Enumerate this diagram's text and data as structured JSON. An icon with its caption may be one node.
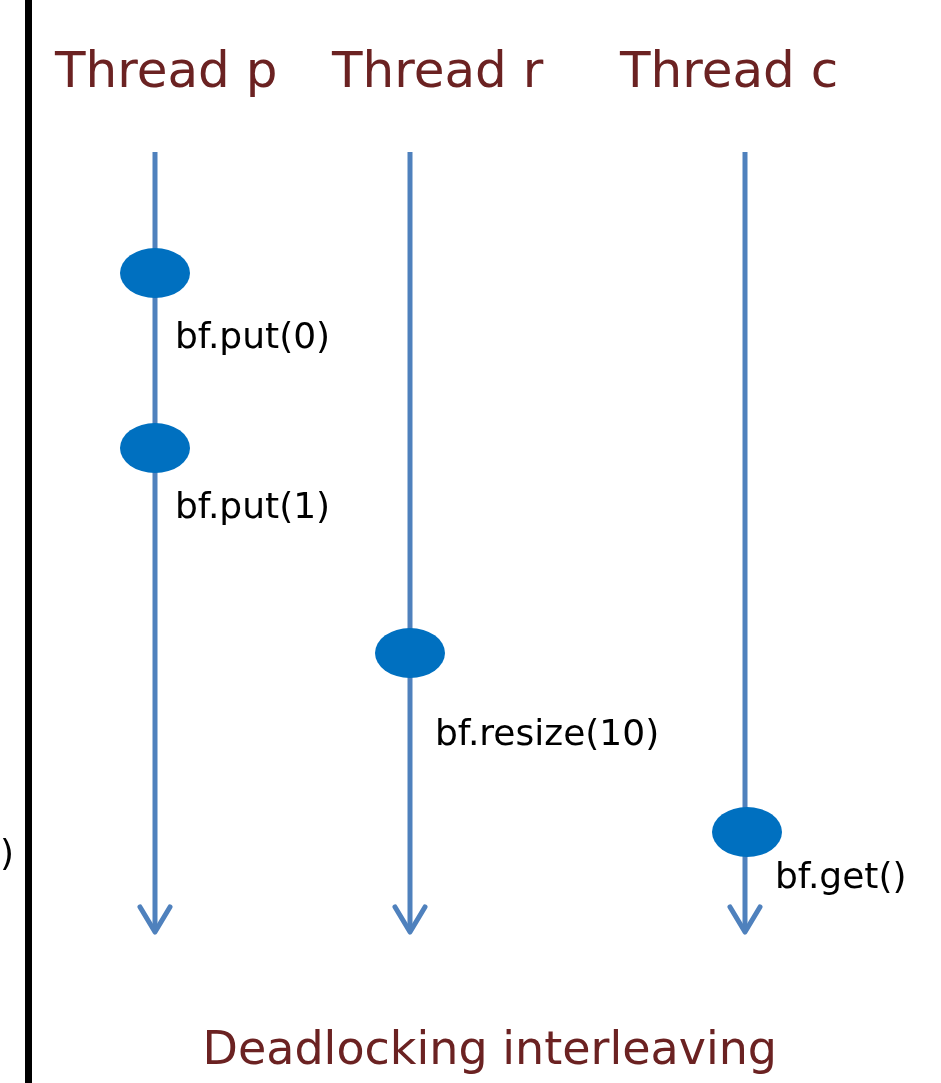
{
  "diagram": {
    "caption": "Deadlocking interleaving",
    "nodes": [
      {
        "text": [],
        "shape": "circle",
        "beside": [
          "bf.put(0)"
        ]
      },
      {
        "text": [],
        "shape": "circle",
        "beside": [
          "bf.put(1)"
        ]
      },
      {
        "text": [],
        "shape": "circle",
        "beside": [
          "bf.resize(10)"
        ]
      },
      {
        "text": [],
        "shape": "circle",
        "beside": [
          "bf.get()"
        ]
      }
    ],
    "edges": [],
    "labels": [
      "Thread p",
      "Thread r",
      "Thread c",
      ")"
    ]
  }
}
